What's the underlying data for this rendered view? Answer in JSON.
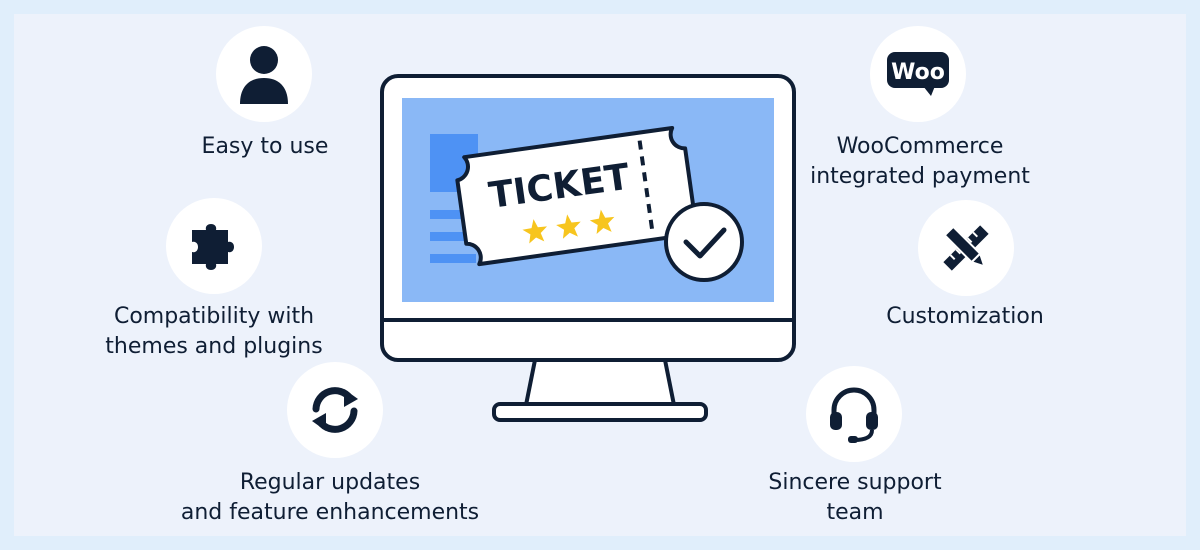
{
  "colors": {
    "background": "#e0eefb",
    "panel": "#edf2fb",
    "navy": "#0f1e34",
    "screen_blue": "#8ab8f6",
    "accent_blue": "#4e92f4",
    "star_yellow": "#f7c51e",
    "white": "#ffffff"
  },
  "features": {
    "easy": {
      "icon": "user-icon",
      "lines": [
        "Easy to use"
      ]
    },
    "compat": {
      "icon": "puzzle-icon",
      "lines": [
        "Compatibility with",
        "themes and plugins"
      ]
    },
    "updates": {
      "icon": "refresh-icon",
      "lines": [
        "Regular updates",
        "and feature enhancements"
      ]
    },
    "woo": {
      "icon": "woo-icon",
      "badge": "Woo",
      "lines": [
        "WooCommerce",
        "integrated payment"
      ]
    },
    "custom": {
      "icon": "pencil-ruler-icon",
      "lines": [
        "Customization"
      ]
    },
    "support": {
      "icon": "headset-icon",
      "lines": [
        "Sincere support",
        "team"
      ]
    }
  },
  "monitor": {
    "ticket_text": "TICKET",
    "stars": 3,
    "check_icon": "check-circle-icon"
  }
}
